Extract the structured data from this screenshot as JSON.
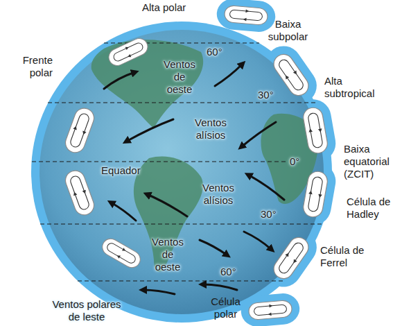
{
  "diagram": {
    "labels": [
      "Alta polar",
      "Baixa subpolar",
      "60°",
      "Frente polar",
      "Ventos de oeste",
      "30°",
      "Alta subtropical",
      "Ventos alísios",
      "0°",
      "Equador",
      "Baixa equatorial (ZCIT)",
      "Ventos alísios",
      "30°",
      "Célula de Hadley",
      "Ventos de oeste",
      "60°",
      "Célula de Ferrel",
      "Ventos polares de leste",
      "Célula polar"
    ]
  }
}
